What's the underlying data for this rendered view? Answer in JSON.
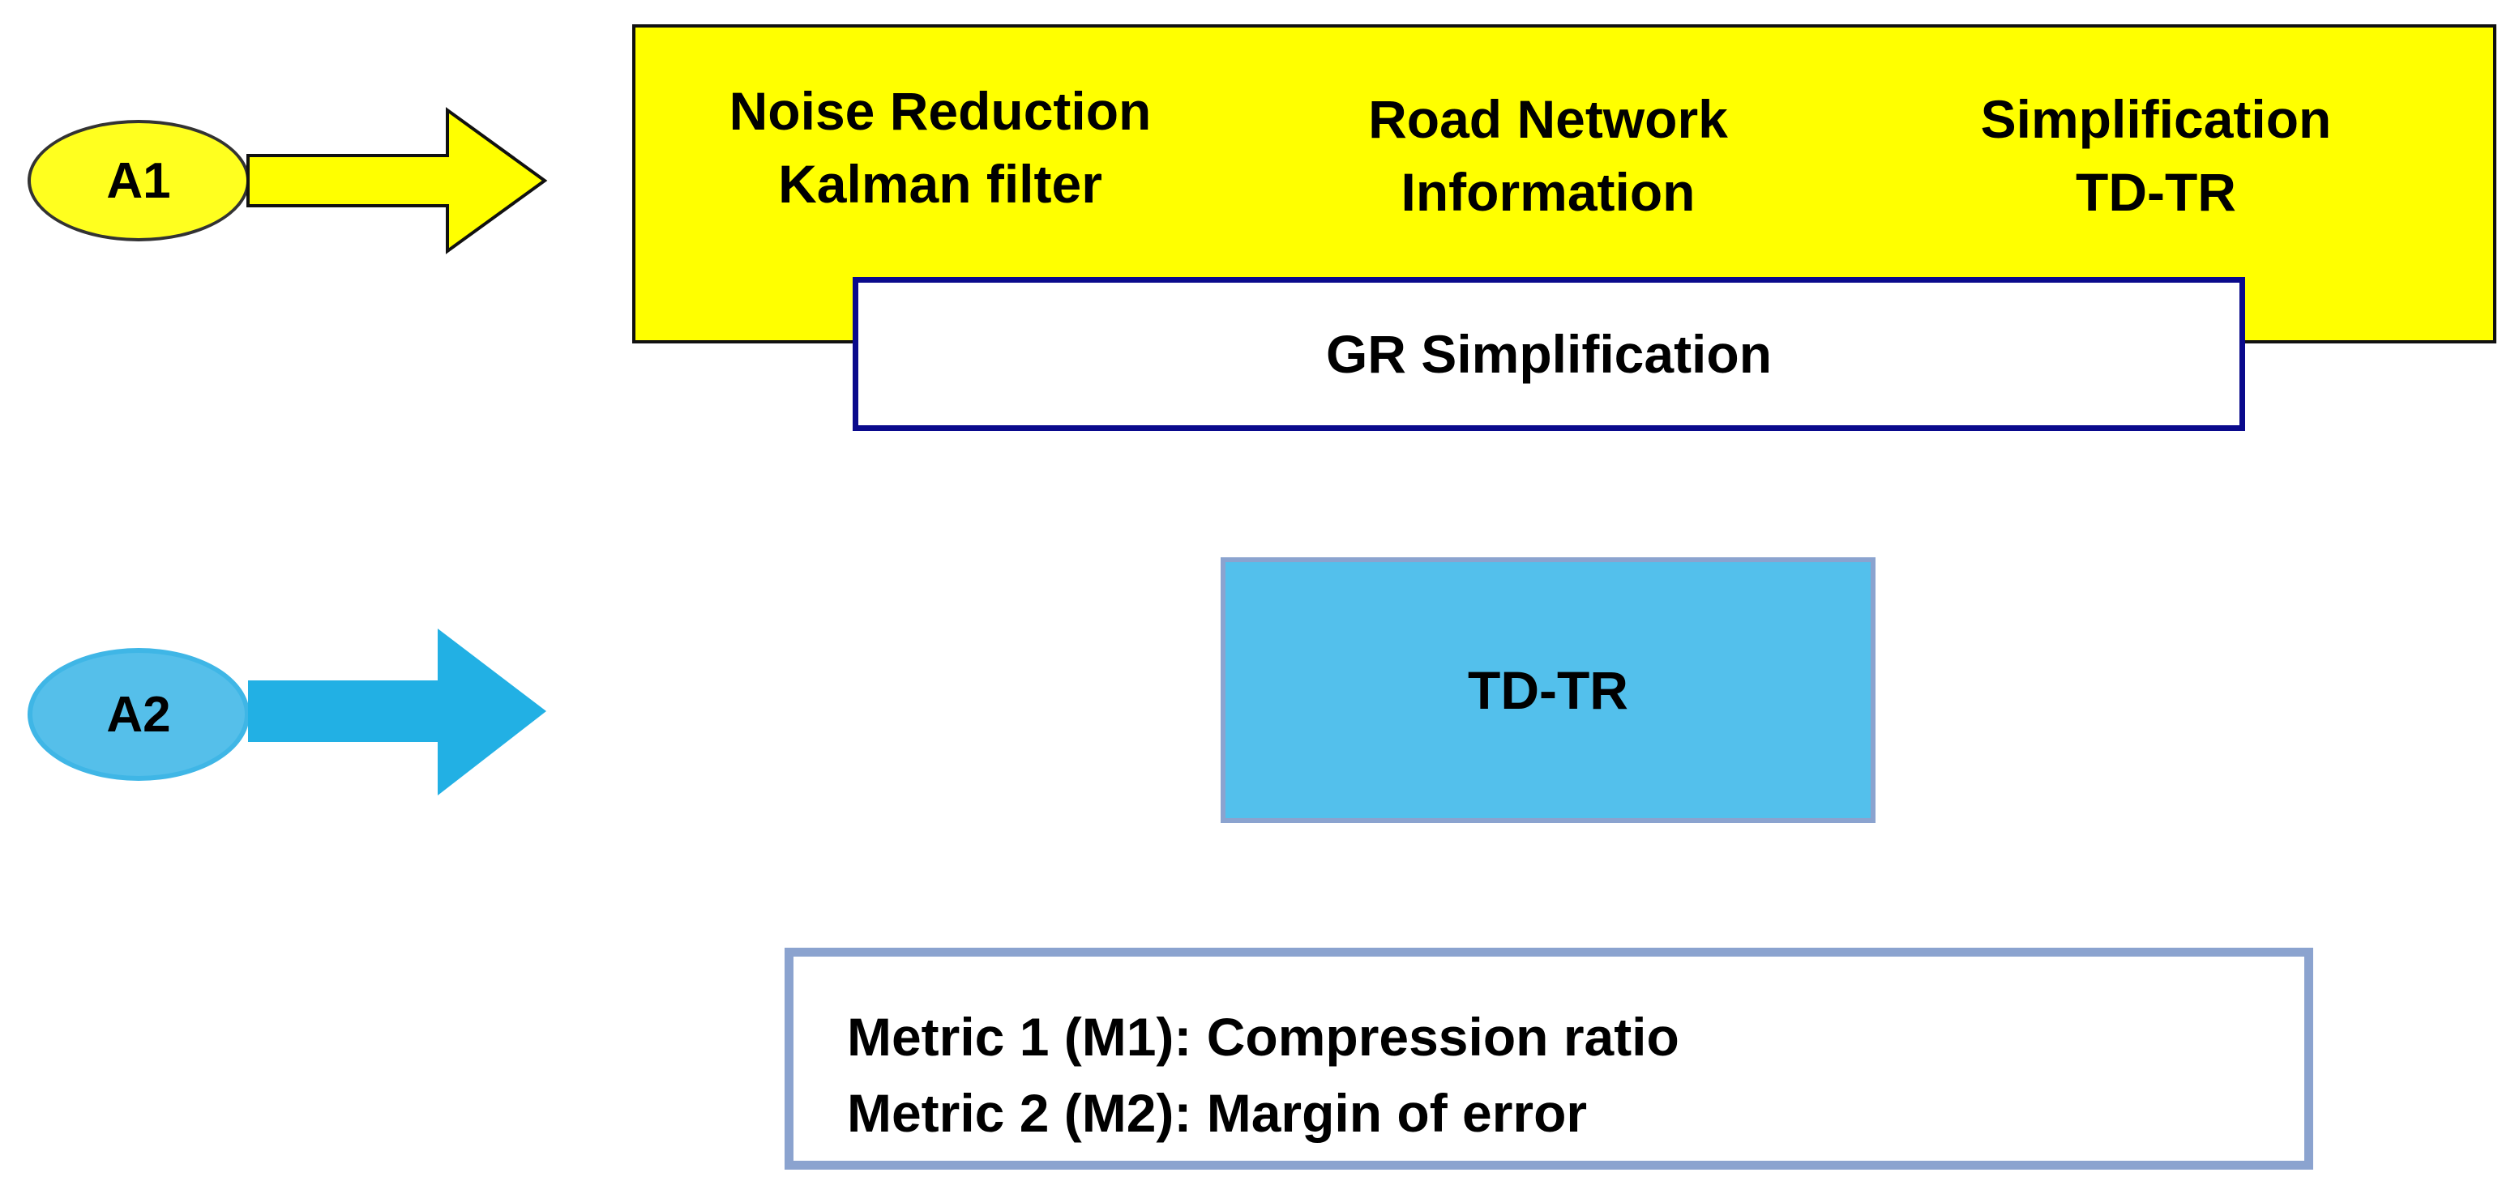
{
  "approaches": [
    {
      "label": "A1",
      "fill": "#ffff1f",
      "stroke": "#333333"
    },
    {
      "label": "A2",
      "fill": "#55bfea",
      "stroke": "#3fb6e6"
    }
  ],
  "a1_pipeline": {
    "fill": "#ffff00",
    "steps": [
      {
        "line1": "Noise Reduction",
        "line2": "Kalman filter"
      },
      {
        "line1": "Road Network",
        "line2": "Information"
      },
      {
        "line1": "Simplification",
        "line2": "TD-TR"
      }
    ],
    "combined": {
      "label": "GR Simplification",
      "border": "#0a0a8c"
    }
  },
  "a2_method": {
    "label": "TD-TR",
    "fill": "#53c0ec",
    "border": "#8ba3cf"
  },
  "metrics": {
    "border": "#8ba3cf",
    "items": [
      "Metric 1 (M1): Compression ratio",
      "Metric 2 (M2): Margin of error"
    ]
  },
  "icons": [
    "right-arrow-icon"
  ]
}
